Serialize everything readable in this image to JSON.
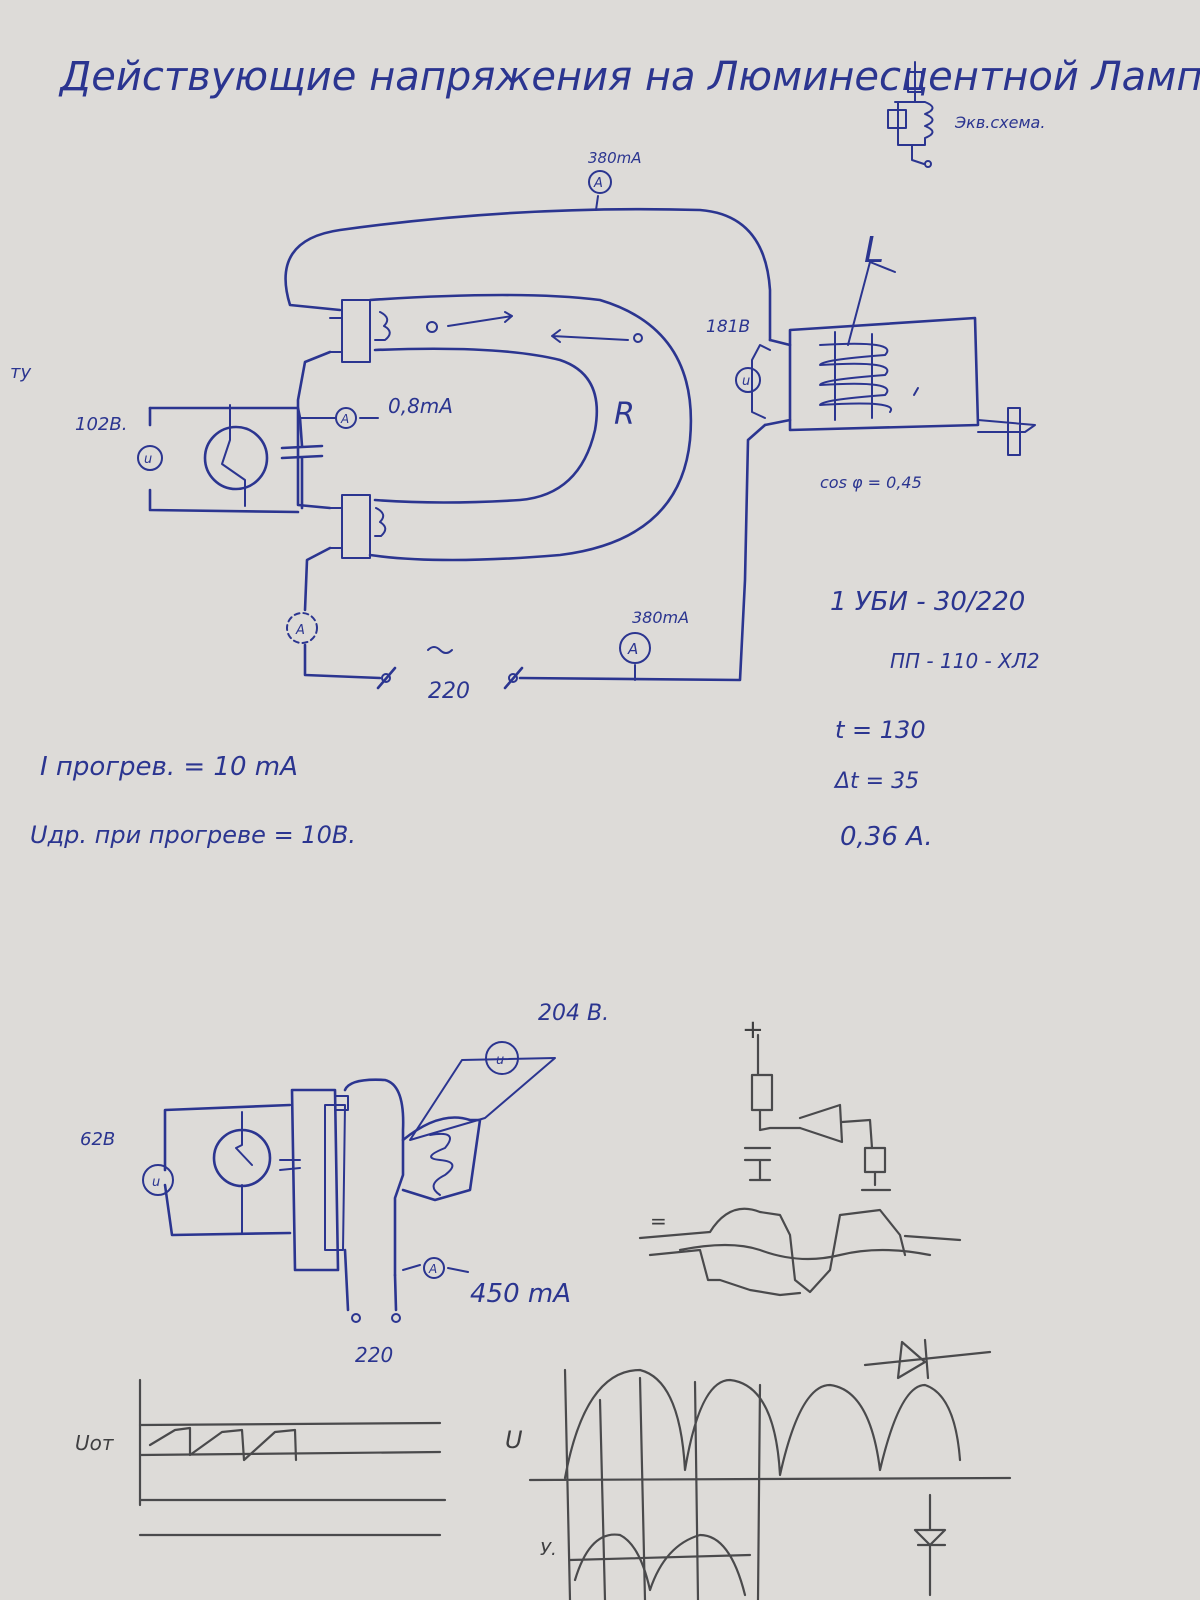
{
  "title": "Действующие напряжения на Люминесцентной Лампе.",
  "equiv_label": "Экв.схема.",
  "diagram1": {
    "a_top_label": "380mA",
    "a_top_symbol": "A",
    "v_left_label": "102B.",
    "v_symbol": "u",
    "ma_label": "0,8mA",
    "ma_symbol": "A",
    "r_label": "R",
    "l_label": "L",
    "v_right_label": "181B",
    "cos_label": "cos φ = 0,45",
    "a_dashed_symbol": "A",
    "supply_label": "220",
    "a_bottom_label": "380mA",
    "a_bottom_symbol": "A",
    "margin_mark": "ту"
  },
  "notes_left": {
    "line1": "I прогрев. = 10 mA",
    "line2": "Uдр. при прогреве = 10B."
  },
  "notes_right": {
    "line1": "1 УБИ - 30/220",
    "line2": "ПП - 110 - ХЛ2",
    "line3": "t = 130",
    "line4": "Δt = 35",
    "line5": "0,36 A."
  },
  "diagram2": {
    "v_left_label": "62B",
    "v_symbol": "u",
    "v_top_label": "204 B.",
    "a_label": "450 mA",
    "a_symbol": "A",
    "supply_label": "220"
  },
  "sketches": {
    "plus_sign": "+",
    "minus_sign": "=",
    "uon_label": "Uот",
    "v_axis_label": "U",
    "y_axis_label": "У."
  }
}
